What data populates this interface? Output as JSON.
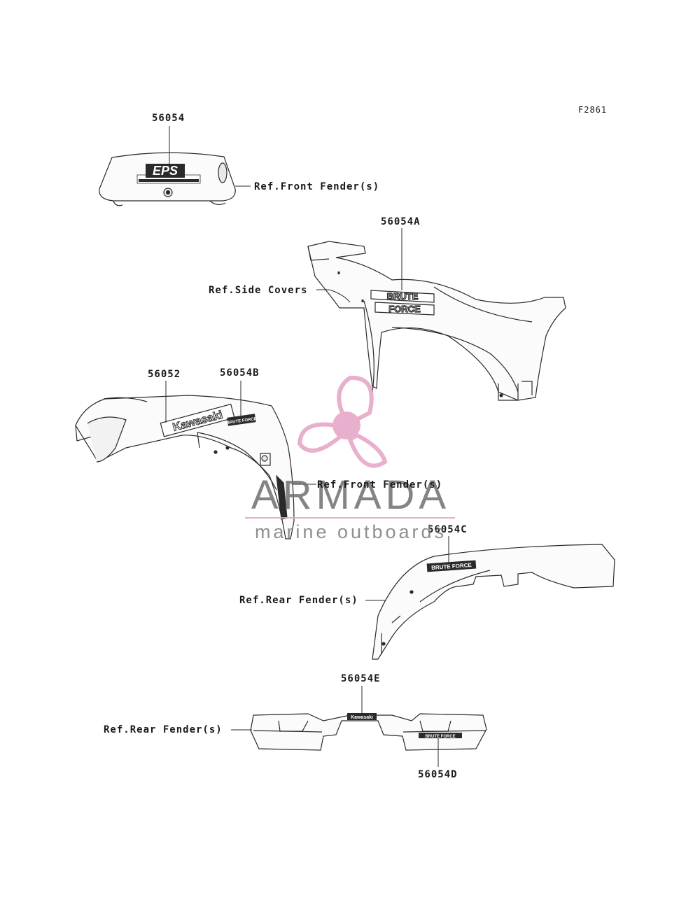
{
  "figure_code": "F2861",
  "callouts": {
    "part_56054": "56054",
    "part_56054A": "56054A",
    "part_56052": "56052",
    "part_56054B": "56054B",
    "part_56054C": "56054C",
    "part_56054E": "56054E",
    "part_56054D": "56054D"
  },
  "references": {
    "front_fender_top": "Ref.Front Fender(s)",
    "side_covers": "Ref.Side Covers",
    "front_fender_mid": "Ref.Front Fender(s)",
    "rear_fender_1": "Ref.Rear Fender(s)",
    "rear_fender_2": "Ref.Rear Fender(s)"
  },
  "decals": {
    "eps": "EPS",
    "brute": "BRUTE",
    "force": "FORCE",
    "kawasaki": "Kawasaki",
    "brute_force_small": "BRUTE FORCE",
    "kawasaki_small": "Kawasaki"
  },
  "watermark": {
    "brand": "ARMADA",
    "tagline": "marine outboards",
    "accent_color": "#e6a3c6"
  },
  "colors": {
    "line": "#2a2a2a",
    "part_fill": "#fbfbfb"
  }
}
